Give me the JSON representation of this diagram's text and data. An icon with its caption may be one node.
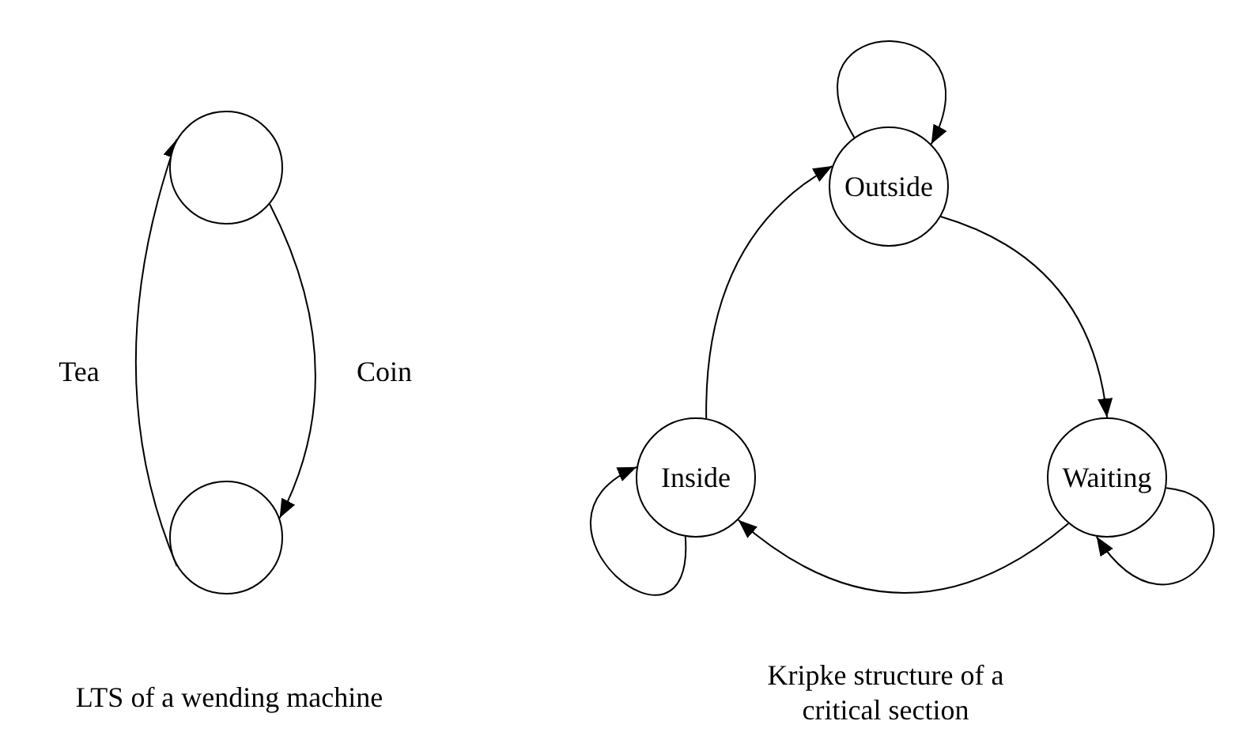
{
  "diagram": {
    "nodes": [
      {
        "text": [],
        "shape": "circle"
      },
      {
        "text": [],
        "shape": "circle"
      },
      {
        "text": [
          "Outside"
        ]
      },
      {
        "text": [
          "Inside"
        ]
      },
      {
        "text": [
          "Waiting"
        ]
      }
    ],
    "edges": [
      {
        "from": 0,
        "to": 1,
        "arrow": "to",
        "label": "Coin"
      },
      {
        "from": 1,
        "to": 0,
        "arrow": "to",
        "label": "Tea"
      },
      {
        "from": 2,
        "to": 2,
        "arrow": "to"
      },
      {
        "from": 2,
        "to": 4,
        "arrow": "to"
      },
      {
        "from": 4,
        "to": 3,
        "arrow": "to"
      },
      {
        "from": 3,
        "to": 2,
        "arrow": "to"
      },
      {
        "from": 3,
        "to": 3,
        "arrow": "to"
      },
      {
        "from": 4,
        "to": 4,
        "arrow": "to"
      }
    ],
    "labels": [
      "LTS of a wending machine",
      "Kripke structure of a critical section"
    ]
  }
}
